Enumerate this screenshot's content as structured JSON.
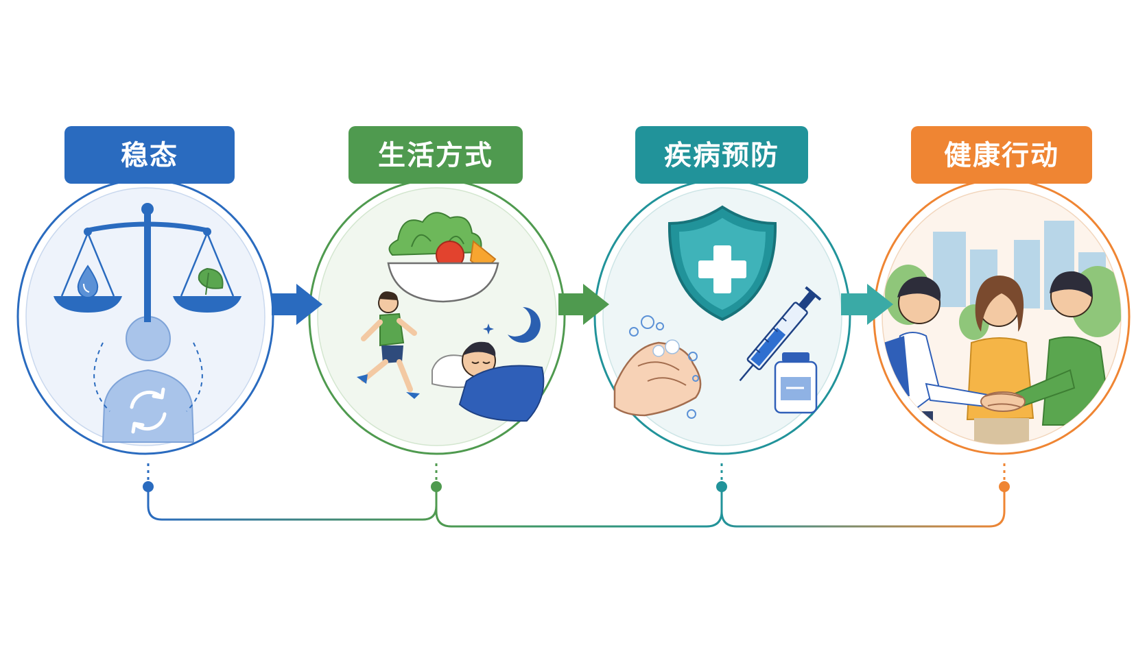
{
  "stages": [
    {
      "label": "稳态",
      "color": "#2a6bbf",
      "fill": "#eef3fb",
      "icons": [
        "balance-scale-icon",
        "water-drop-icon",
        "leaf-icon",
        "human-body-icon",
        "cycle-arrows-icon"
      ]
    },
    {
      "label": "生活方式",
      "color": "#4f9a4f",
      "fill": "#f1f7ef",
      "icons": [
        "salad-bowl-icon",
        "runner-icon",
        "sleeping-person-icon",
        "moon-icon"
      ]
    },
    {
      "label": "疾病预防",
      "color": "#21939a",
      "fill": "#eef6f7",
      "icons": [
        "shield-cross-icon",
        "hand-washing-icon",
        "syringe-icon",
        "vaccine-vial-icon"
      ]
    },
    {
      "label": "健康行动",
      "color": "#ef8533",
      "fill": "#fdf4ec",
      "icons": [
        "city-skyline-icon",
        "people-group-icon",
        "hands-together-icon"
      ]
    }
  ]
}
